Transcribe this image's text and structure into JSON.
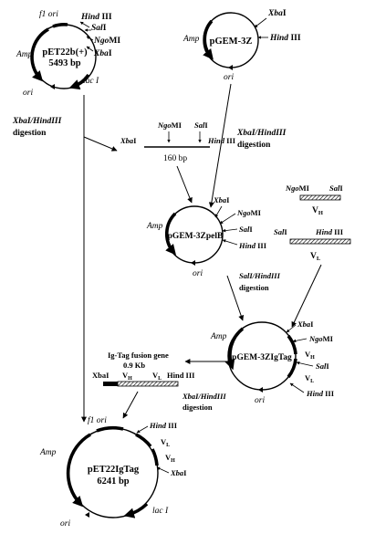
{
  "colors": {
    "ink": "#000000",
    "background": "#ffffff"
  },
  "pET22b": {
    "name": "pET22b(+)",
    "size": "5493 bp",
    "labels": {
      "f1_ori": "f1 ori",
      "hind": "Hind",
      "hind_num": "III",
      "sal": "Sal",
      "sal_num": "I",
      "ngo": "Ngo",
      "ngo_mi": "MI",
      "xba": "Xba",
      "xba_num": "I",
      "amp": "Amp",
      "lac": "lac I",
      "ori": "ori"
    }
  },
  "pGEM3Z": {
    "name": "pGEM-3Z",
    "labels": {
      "xba": "Xba",
      "xba_num": "I",
      "hind": "Hind",
      "hind_num": "III",
      "amp": "Amp",
      "ori": "ori"
    }
  },
  "digestion_left": {
    "line1_enz": "XbaI/HindIII",
    "line2": "digestion"
  },
  "digestion_right": {
    "line1_enz": "XbaI/HindIII",
    "line2": "digestion"
  },
  "fragment160": {
    "ngo": "Ngo",
    "ngo_mi": "MI",
    "sal": "Sal",
    "sal_num": "I",
    "xba": "Xba",
    "xba_num": "I",
    "hind": "Hind",
    "hind_num": "III",
    "size": "160 bp"
  },
  "vh_fragment": {
    "ngo": "Ngo",
    "ngo_mi": "MI",
    "sal": "Sal",
    "sal_num": "I",
    "label": "V",
    "sub": "H"
  },
  "vl_fragment": {
    "sal": "Sal",
    "sal_num": "I",
    "hind": "Hind",
    "hind_num": "III",
    "label": "V",
    "sub": "L"
  },
  "pGEM3ZpelB": {
    "name": "pGEM-3ZpelB",
    "labels": {
      "xba": "Xba",
      "xba_num": "I",
      "ngo": "Ngo",
      "ngo_mi": "MI",
      "sal": "Sal",
      "sal_num": "I",
      "hind": "Hind",
      "hind_num": "III",
      "amp": "Amp",
      "ori": "ori"
    }
  },
  "digestion_sal": {
    "line1_enz": "SalI/HindIII",
    "line2": "digestion"
  },
  "pGEM3ZIgTag": {
    "name": "pGEM-3ZIgTag",
    "labels": {
      "xba": "Xba",
      "xba_num": "I",
      "ngo": "Ngo",
      "ngo_mi": "MI",
      "vh": "V",
      "vh_sub": "H",
      "sal": "Sal",
      "sal_num": "I",
      "vl": "V",
      "vl_sub": "L",
      "hind": "Hind",
      "hind_num": "III",
      "amp": "Amp",
      "ori": "ori"
    }
  },
  "igtag_gene": {
    "title1": "Ig-Tag fusion gene",
    "title2": "0.9 Kb",
    "xba": "XbaI",
    "vh": "V",
    "vh_sub": "H",
    "vl": "V",
    "vl_sub": "L",
    "hind": "Hind III"
  },
  "digestion_bottom": {
    "line1_enz": "XbaI/HindIII",
    "line2": "digestion"
  },
  "pET22IgTag": {
    "name": "pET22IgTag",
    "size": "6241 bp",
    "labels": {
      "f1_ori": "f1 ori",
      "hind": "Hind",
      "hind_num": "III",
      "vl": "V",
      "vl_sub": "L",
      "vh": "V",
      "vh_sub": "H",
      "xba": "Xba",
      "xba_num": "I",
      "amp": "Amp",
      "lac": "lac I",
      "ori": "ori"
    }
  }
}
